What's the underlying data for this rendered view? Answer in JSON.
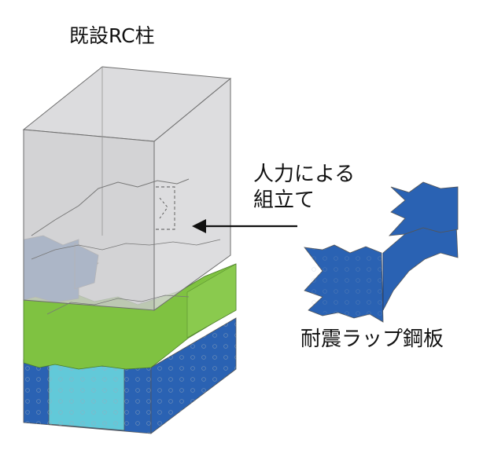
{
  "labels": {
    "existing_column": "既設RC柱",
    "manual_assembly_line1": "人力による",
    "manual_assembly_line2": "組立て",
    "steel_plate": "耐震ラップ鋼板"
  },
  "colors": {
    "concrete": "#d2d2d4",
    "steel_blue": "#2a62b3",
    "green_plate": "#7fc241",
    "cyan_plate": "#62c9d9",
    "outline": "#6e6e6e"
  }
}
